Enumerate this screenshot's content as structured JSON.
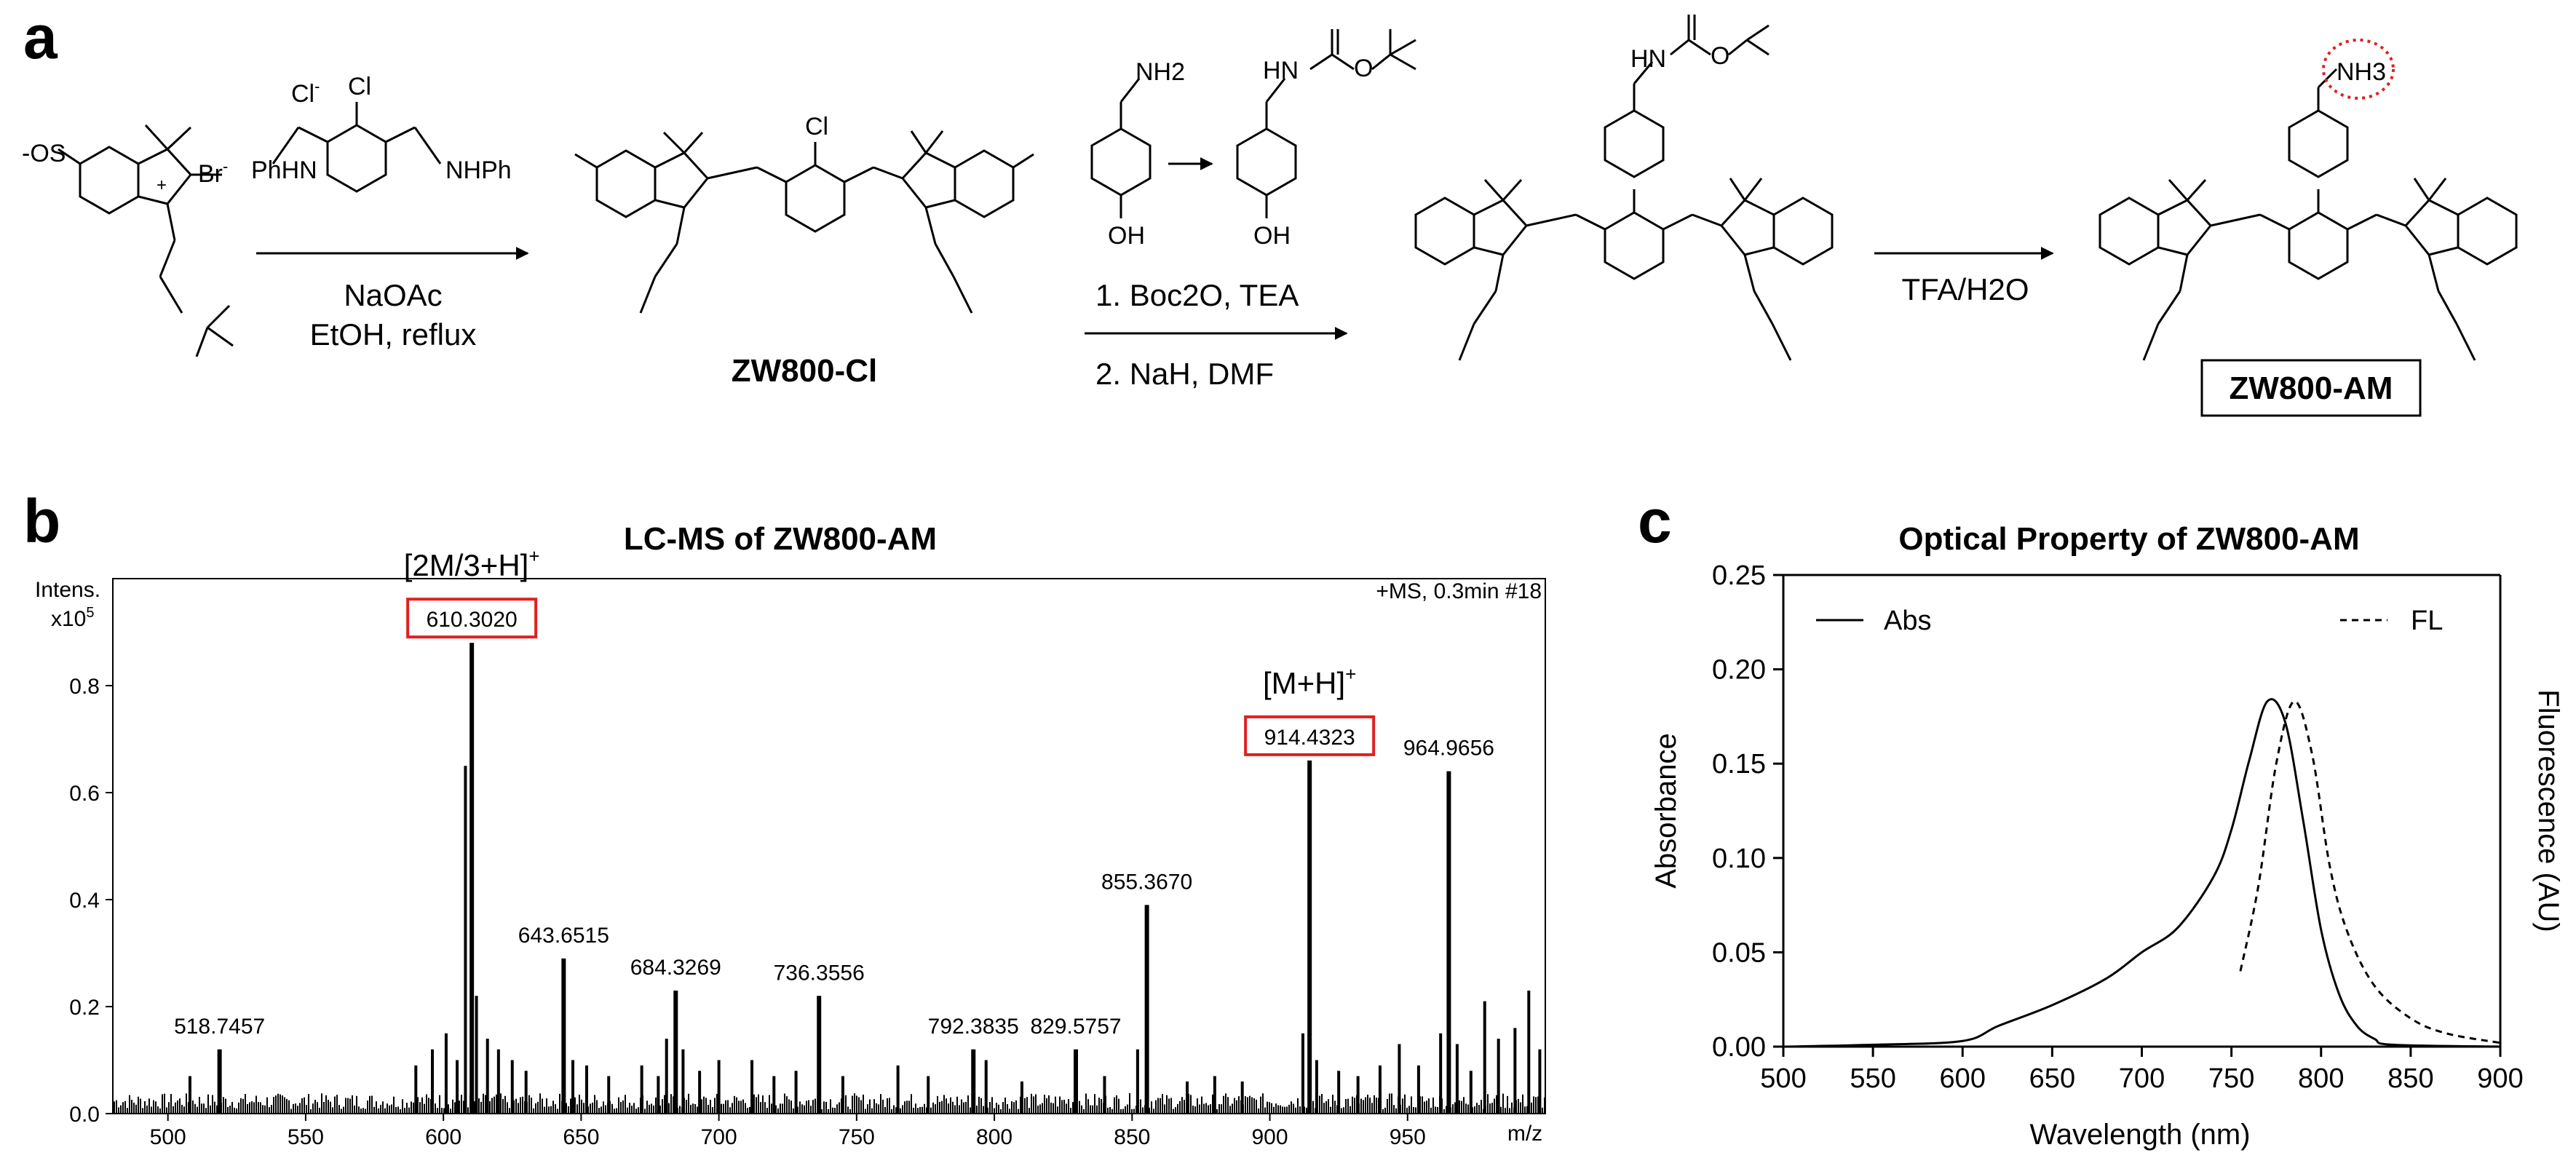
{
  "panels": {
    "a": "a",
    "b": "b",
    "c": "c"
  },
  "scheme": {
    "sm1": {
      "br": "Br",
      "anion": "-",
      "cation": "+",
      "so3": "S",
      "o": "O"
    },
    "reagent": {
      "cl_anion": "Cl",
      "cl": "Cl",
      "phhn": "PhHN",
      "nhph": "NHPh"
    },
    "step1": {
      "line1": "NaOAc",
      "line2": "EtOH, reflux"
    },
    "intermediate1": {
      "name": "ZW800-Cl",
      "cl": "Cl"
    },
    "tyramine": {
      "nh2": "NH2",
      "oh": "OH"
    },
    "boc_tyramine": {
      "hn": "HN",
      "oh": "OH",
      "o": "O"
    },
    "step2": {
      "line1": "1. Boc2O, TEA",
      "line2": "2. NaH, DMF"
    },
    "intermediate2": {
      "hn": "HN",
      "o": "O"
    },
    "step3": {
      "label": "TFA/H2O"
    },
    "product": {
      "name": "ZW800-AM",
      "nh3": "NH3"
    }
  },
  "chart_data": [
    {
      "panel": "b",
      "type": "bar",
      "title": "LC-MS of ZW800-AM",
      "xlabel": "m/z",
      "ylabel": "Intens.",
      "ylabel_scale": "x10",
      "ylabel_exp": "5",
      "annotation": "+MS, 0.3min #18",
      "xlim": [
        480,
        1000
      ],
      "ylim": [
        0,
        1.0
      ],
      "xticks": [
        500,
        550,
        600,
        650,
        700,
        750,
        800,
        850,
        900,
        950
      ],
      "yticks": [
        0.0,
        0.2,
        0.4,
        0.6,
        0.8
      ],
      "ion_labels": [
        {
          "text": "[2M/3+H]+",
          "x": 610.3
        },
        {
          "text": "[M+H]+",
          "x": 914.43
        }
      ],
      "peaks": [
        {
          "x": 518.7457,
          "y": 0.12,
          "label": "518.7457"
        },
        {
          "x": 610.302,
          "y": 0.88,
          "label": "610.3020",
          "boxed": true
        },
        {
          "x": 643.6515,
          "y": 0.29,
          "label": "643.6515"
        },
        {
          "x": 684.3269,
          "y": 0.23,
          "label": "684.3269"
        },
        {
          "x": 736.3556,
          "y": 0.22,
          "label": "736.3556"
        },
        {
          "x": 792.3835,
          "y": 0.12,
          "label": "792.3835"
        },
        {
          "x": 829.5757,
          "y": 0.12,
          "label": "829.5757"
        },
        {
          "x": 855.367,
          "y": 0.39,
          "label": "855.3670"
        },
        {
          "x": 914.4323,
          "y": 0.66,
          "label": "914.4323",
          "boxed": true
        },
        {
          "x": 964.9656,
          "y": 0.64,
          "label": "964.9656"
        }
      ],
      "minor_peaks": [
        {
          "x": 508,
          "y": 0.07
        },
        {
          "x": 590,
          "y": 0.09
        },
        {
          "x": 596,
          "y": 0.12
        },
        {
          "x": 601,
          "y": 0.15
        },
        {
          "x": 605,
          "y": 0.1
        },
        {
          "x": 608,
          "y": 0.65
        },
        {
          "x": 612,
          "y": 0.22
        },
        {
          "x": 616,
          "y": 0.14
        },
        {
          "x": 620,
          "y": 0.12
        },
        {
          "x": 625,
          "y": 0.1
        },
        {
          "x": 630,
          "y": 0.08
        },
        {
          "x": 647,
          "y": 0.1
        },
        {
          "x": 652,
          "y": 0.09
        },
        {
          "x": 660,
          "y": 0.07
        },
        {
          "x": 672,
          "y": 0.09
        },
        {
          "x": 678,
          "y": 0.07
        },
        {
          "x": 681,
          "y": 0.14
        },
        {
          "x": 687,
          "y": 0.12
        },
        {
          "x": 693,
          "y": 0.08
        },
        {
          "x": 700,
          "y": 0.1
        },
        {
          "x": 712,
          "y": 0.1
        },
        {
          "x": 720,
          "y": 0.07
        },
        {
          "x": 728,
          "y": 0.08
        },
        {
          "x": 745,
          "y": 0.07
        },
        {
          "x": 765,
          "y": 0.09
        },
        {
          "x": 776,
          "y": 0.07
        },
        {
          "x": 797,
          "y": 0.1
        },
        {
          "x": 810,
          "y": 0.06
        },
        {
          "x": 840,
          "y": 0.07
        },
        {
          "x": 852,
          "y": 0.12
        },
        {
          "x": 870,
          "y": 0.06
        },
        {
          "x": 880,
          "y": 0.07
        },
        {
          "x": 890,
          "y": 0.06
        },
        {
          "x": 912,
          "y": 0.15
        },
        {
          "x": 917,
          "y": 0.1
        },
        {
          "x": 925,
          "y": 0.08
        },
        {
          "x": 932,
          "y": 0.07
        },
        {
          "x": 940,
          "y": 0.09
        },
        {
          "x": 947,
          "y": 0.13
        },
        {
          "x": 954,
          "y": 0.09
        },
        {
          "x": 962,
          "y": 0.15
        },
        {
          "x": 968,
          "y": 0.13
        },
        {
          "x": 973,
          "y": 0.08
        },
        {
          "x": 978,
          "y": 0.21
        },
        {
          "x": 983,
          "y": 0.14
        },
        {
          "x": 989,
          "y": 0.16
        },
        {
          "x": 994,
          "y": 0.23
        },
        {
          "x": 998,
          "y": 0.12
        }
      ]
    },
    {
      "panel": "c",
      "type": "line",
      "title": "Optical Property of ZW800-AM",
      "xlabel": "Wavelength (nm)",
      "ylabel": "Absorbance",
      "y2label": "Fluorescence (AU)",
      "xlim": [
        500,
        900
      ],
      "ylim": [
        0,
        0.25
      ],
      "xticks": [
        500,
        550,
        600,
        650,
        700,
        750,
        800,
        850,
        900
      ],
      "yticks": [
        0.0,
        0.05,
        0.1,
        0.15,
        0.2,
        0.25
      ],
      "legend": "top, split left/right",
      "series": [
        {
          "name": "Abs",
          "style": "solid",
          "x": [
            500,
            550,
            600,
            620,
            650,
            680,
            700,
            720,
            740,
            750,
            760,
            770,
            780,
            790,
            800,
            810,
            820,
            830,
            840,
            900
          ],
          "y": [
            0.0,
            0.001,
            0.003,
            0.011,
            0.022,
            0.036,
            0.05,
            0.063,
            0.09,
            0.115,
            0.152,
            0.183,
            0.172,
            0.12,
            0.062,
            0.028,
            0.011,
            0.004,
            0.001,
            0.0
          ]
        },
        {
          "name": "FL",
          "style": "dashed",
          "x": [
            755,
            765,
            775,
            785,
            795,
            805,
            815,
            830,
            850,
            870,
            900
          ],
          "y": [
            0.04,
            0.085,
            0.15,
            0.183,
            0.155,
            0.095,
            0.06,
            0.032,
            0.015,
            0.007,
            0.002
          ]
        }
      ]
    }
  ]
}
